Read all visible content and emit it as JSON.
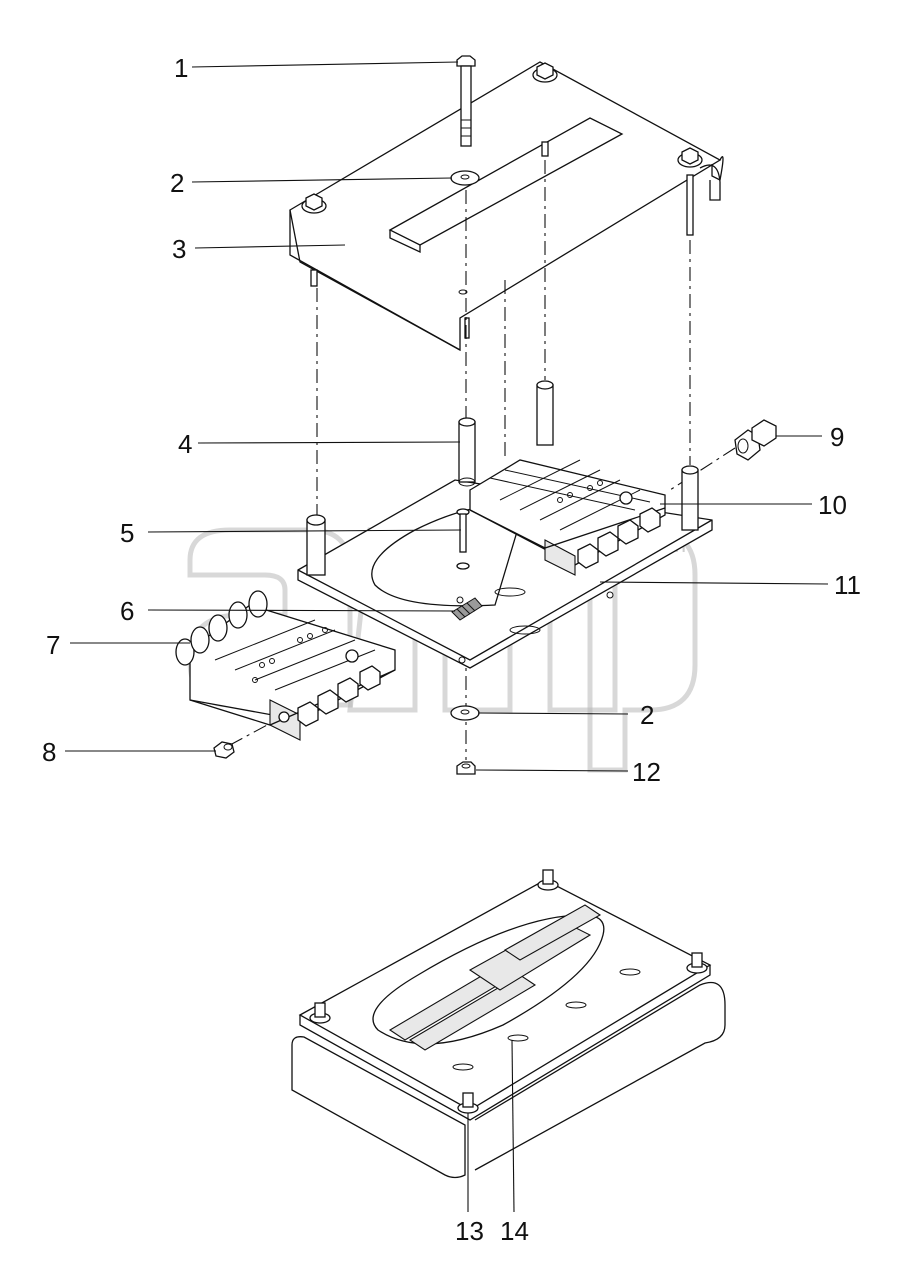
{
  "watermark": {
    "trademark": "TM"
  },
  "callouts": {
    "c1": "1",
    "c2a": "2",
    "c3": "3",
    "c4": "4",
    "c5": "5",
    "c6": "6",
    "c7": "7",
    "c8": "8",
    "c9": "9",
    "c10": "10",
    "c11": "11",
    "c2b": "2",
    "c12": "12",
    "c13": "13",
    "c14": "14"
  }
}
